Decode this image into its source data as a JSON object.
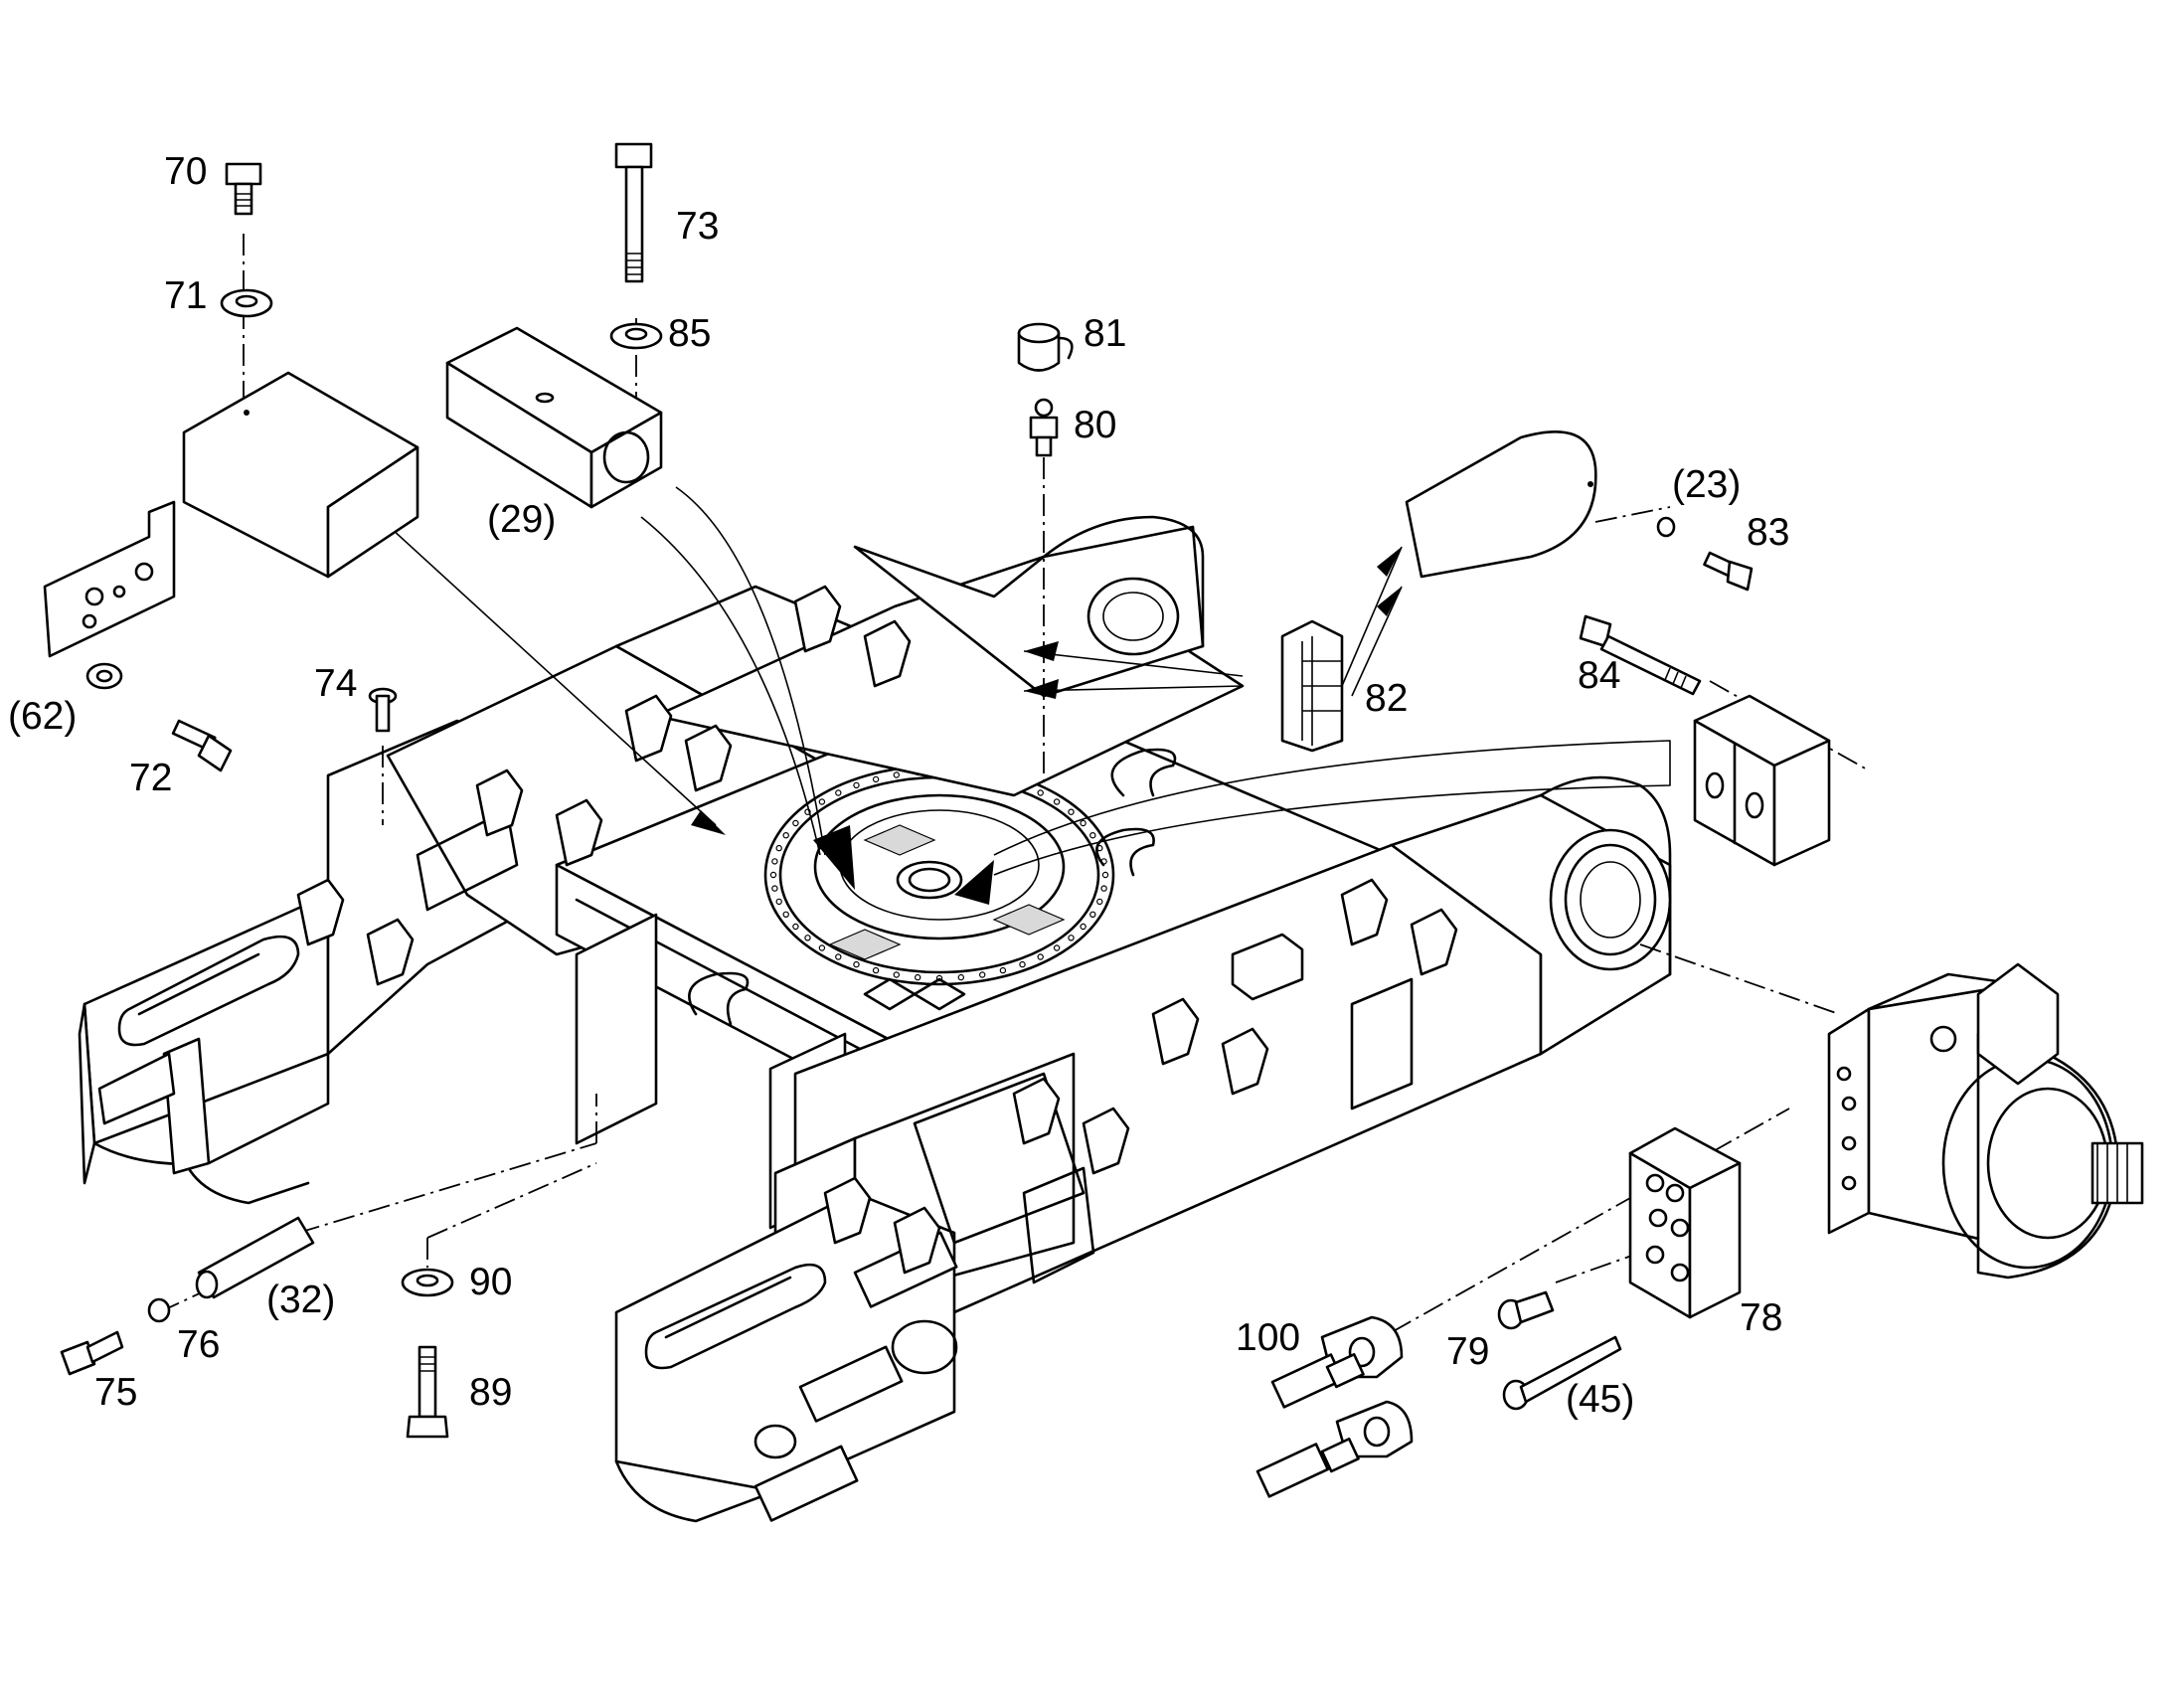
{
  "diagram": {
    "callouts": [
      {
        "id": "c70",
        "text": "70"
      },
      {
        "id": "c71",
        "text": "71"
      },
      {
        "id": "c73",
        "text": "73"
      },
      {
        "id": "c85",
        "text": "85"
      },
      {
        "id": "c81",
        "text": "81"
      },
      {
        "id": "c80",
        "text": "80"
      },
      {
        "id": "c29",
        "text": "(29)"
      },
      {
        "id": "c23",
        "text": "(23)"
      },
      {
        "id": "c83",
        "text": "83"
      },
      {
        "id": "c62",
        "text": "(62)"
      },
      {
        "id": "c74",
        "text": "74"
      },
      {
        "id": "c82",
        "text": "82"
      },
      {
        "id": "c84",
        "text": "84"
      },
      {
        "id": "c72",
        "text": "72"
      },
      {
        "id": "c90",
        "text": "90"
      },
      {
        "id": "c32",
        "text": "(32)"
      },
      {
        "id": "c100",
        "text": "100"
      },
      {
        "id": "c79",
        "text": "79"
      },
      {
        "id": "c78",
        "text": "78"
      },
      {
        "id": "c76",
        "text": "76"
      },
      {
        "id": "c89",
        "text": "89"
      },
      {
        "id": "c75",
        "text": "75"
      },
      {
        "id": "c45",
        "text": "(45)"
      }
    ]
  }
}
